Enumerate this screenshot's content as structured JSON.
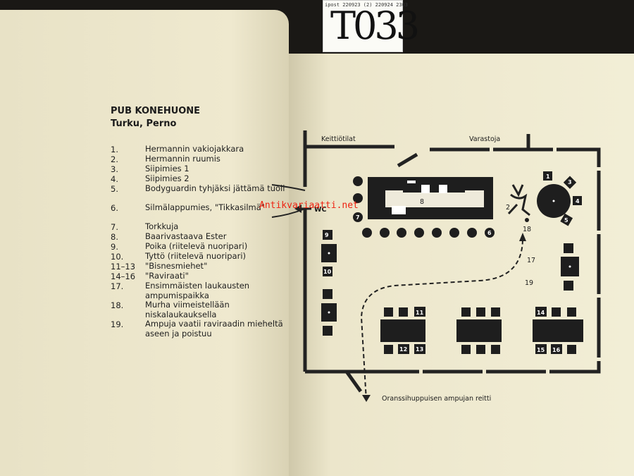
{
  "tag": {
    "print": "ipost 220923 (2) 220924 2303",
    "handwritten": "T033"
  },
  "book": {
    "title": "PUB KONEHUONE",
    "subtitle": "Turku, Perno"
  },
  "legend": [
    {
      "num": "1.",
      "text": "Hermannin vakiojakkara"
    },
    {
      "num": "2.",
      "text": "Hermannin ruumis"
    },
    {
      "num": "3.",
      "text": "Siipimies 1"
    },
    {
      "num": "4.",
      "text": "Siipimies 2"
    },
    {
      "num": "5.",
      "text": "Bodyguardin tyhjäksi jättämä tuoli"
    },
    {
      "num": "6.",
      "text": "Silmälappumies, \"Tikkasilmä\""
    },
    {
      "num": "7.",
      "text": "Torkkuja"
    },
    {
      "num": "8.",
      "text": "Baarivastaava Ester"
    },
    {
      "num": "9.",
      "text": "Poika (riitelevä nuoripari)"
    },
    {
      "num": "10.",
      "text": "Tyttö (riitelevä nuoripari)"
    },
    {
      "num": "11–13",
      "text": "\"Bisnesmiehet\""
    },
    {
      "num": "14–16",
      "text": "\"Raviraati\""
    },
    {
      "num": "17.",
      "text": "Ensimmäisten laukausten ampumispaikka"
    },
    {
      "num": "18.",
      "text": "Murha viimeistellään niskalaukauksella"
    },
    {
      "num": "19.",
      "text": "Ampuja vaatii raviraadin mieheltä aseen ja poistuu"
    }
  ],
  "plan": {
    "keittio": "Keittiötilat",
    "varasto": "Varastoja",
    "wc": "WC",
    "route": "Oranssihuppuisen ampujan reitti",
    "n1": "1",
    "n2": "2",
    "n3": "3",
    "n4": "4",
    "n5": "5",
    "n6": "6",
    "n7": "7",
    "n8": "8",
    "n9": "9",
    "n10": "10",
    "n11": "11",
    "n12": "12",
    "n13": "13",
    "n14": "14",
    "n15": "15",
    "n16": "16",
    "n17": "17",
    "n18": "18",
    "n19": "19"
  },
  "watermark": "Antikvariaatti.net"
}
